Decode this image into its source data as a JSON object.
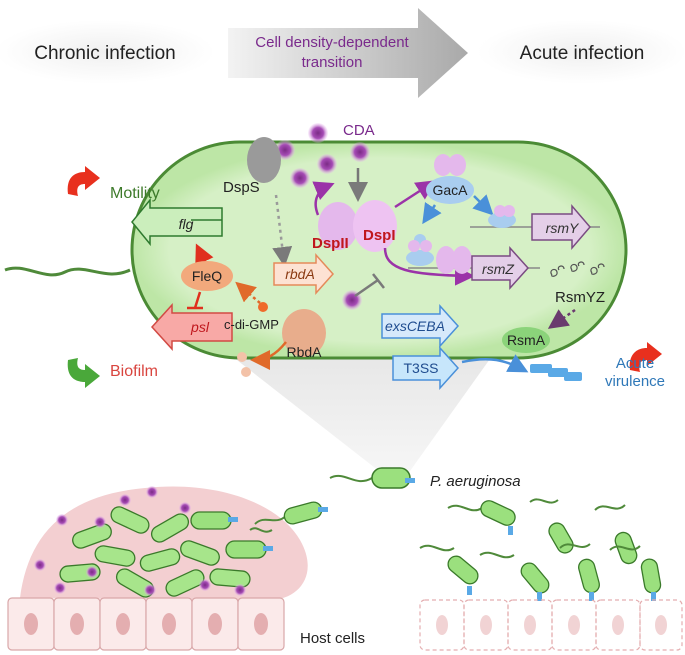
{
  "header": {
    "chronic": "Chronic infection",
    "transition_line1": "Cell density-dependent",
    "transition_line2": "transition",
    "acute": "Acute infection"
  },
  "cell": {
    "cda": "CDA",
    "dsps": "DspS",
    "dspii": "DspII",
    "dspi": "DspI",
    "gaca": "GacA",
    "rsmy": "rsmY",
    "rsmz": "rsmZ",
    "rsmyz": "RsmYZ",
    "rsma": "RsmA",
    "exscebA": "exsCEBA",
    "t3ss": "T3SS",
    "flg": "flg",
    "fleq": "FleQ",
    "psl": "psl",
    "cdigmp": "c-di-GMP",
    "rbda_gene": "rbdA",
    "rbda_protein": "RbdA"
  },
  "side": {
    "motility": "Motility",
    "biofilm": "Biofilm",
    "acute_line1": "Acute",
    "acute_line2": "virulence"
  },
  "bottom": {
    "species": "P. aeruginosa",
    "host": "Host cells"
  },
  "colors": {
    "purple": "#7a2a8c",
    "dark_red": "#c0171d",
    "green_text": "#3d7a2a",
    "blue_text": "#2f78b8",
    "red_arrow": "#e8301e"
  }
}
